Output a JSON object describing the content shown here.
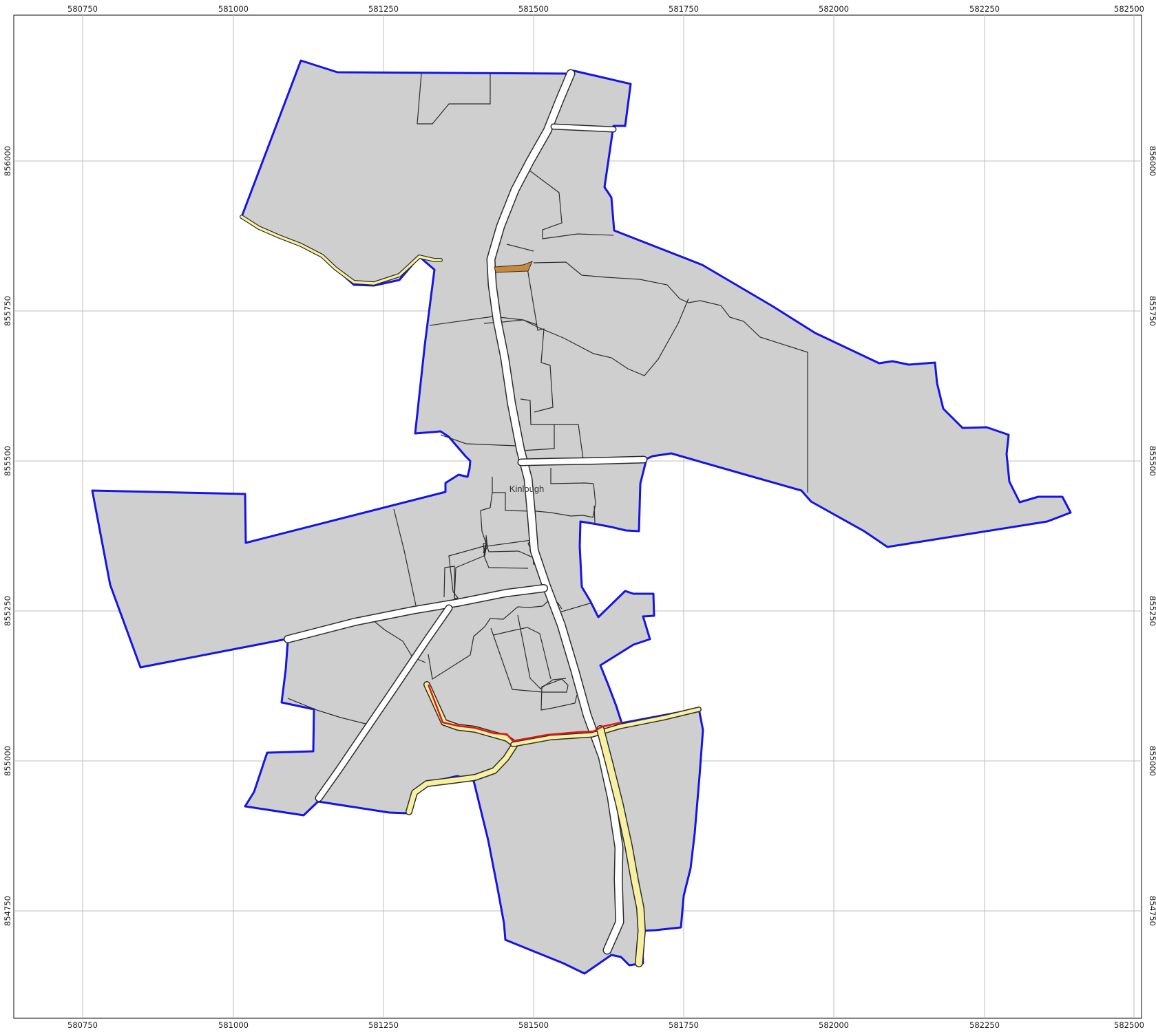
{
  "map": {
    "place_label": "Kinlough",
    "x_ticks": [
      "580750",
      "581000",
      "581250",
      "581500",
      "581750",
      "582000",
      "582250",
      "582500"
    ],
    "y_ticks": [
      "856000",
      "855750",
      "855500",
      "855250",
      "855000",
      "854750"
    ],
    "colors": {
      "parcel_fill": "#cfcfcf",
      "parcel_line": "#2b2b2b",
      "boundary": "#1414e6",
      "road": "#ffffff",
      "grid": "#bdbdbd",
      "river_margin": "#f6f0a0",
      "red_segment": "#e01818",
      "orange_parcel": "#c9893c"
    }
  }
}
